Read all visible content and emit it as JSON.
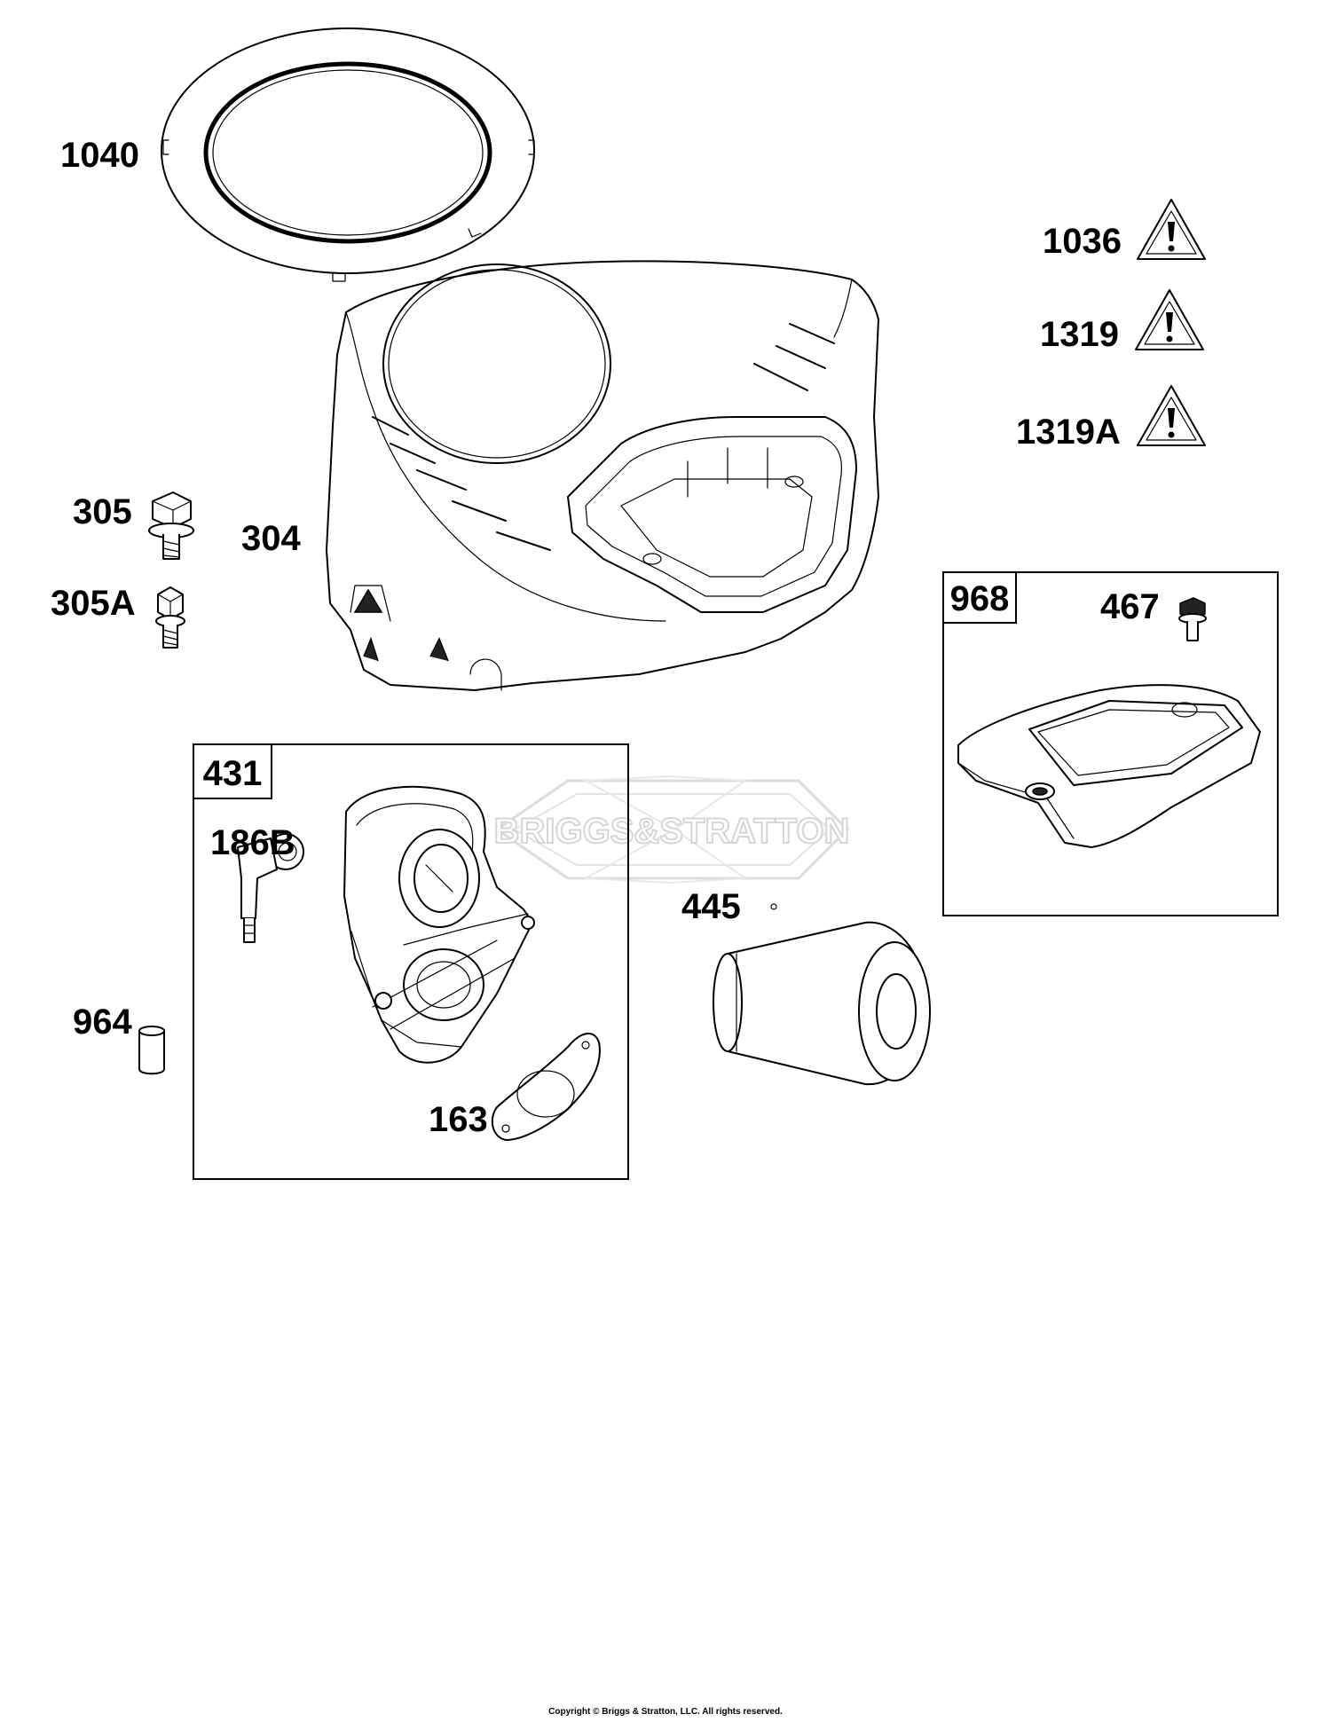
{
  "parts": [
    {
      "id": "1040",
      "label": "1040"
    },
    {
      "id": "1036",
      "label": "1036"
    },
    {
      "id": "1319",
      "label": "1319"
    },
    {
      "id": "1319A",
      "label": "1319A"
    },
    {
      "id": "305",
      "label": "305"
    },
    {
      "id": "305A",
      "label": "305A"
    },
    {
      "id": "304",
      "label": "304"
    },
    {
      "id": "968",
      "label": "968"
    },
    {
      "id": "467",
      "label": "467"
    },
    {
      "id": "431",
      "label": "431"
    },
    {
      "id": "186B",
      "label": "186B"
    },
    {
      "id": "445",
      "label": "445"
    },
    {
      "id": "964",
      "label": "964"
    },
    {
      "id": "163",
      "label": "163"
    }
  ],
  "watermark": "BRIGGS&STRATTON",
  "copyright": "Copyright © Briggs & Stratton, LLC. All rights reserved.",
  "colors": {
    "ink": "#000000",
    "background": "#ffffff",
    "watermark": "#d6d6d6"
  },
  "icons": [
    "warning-triangle-icon"
  ]
}
